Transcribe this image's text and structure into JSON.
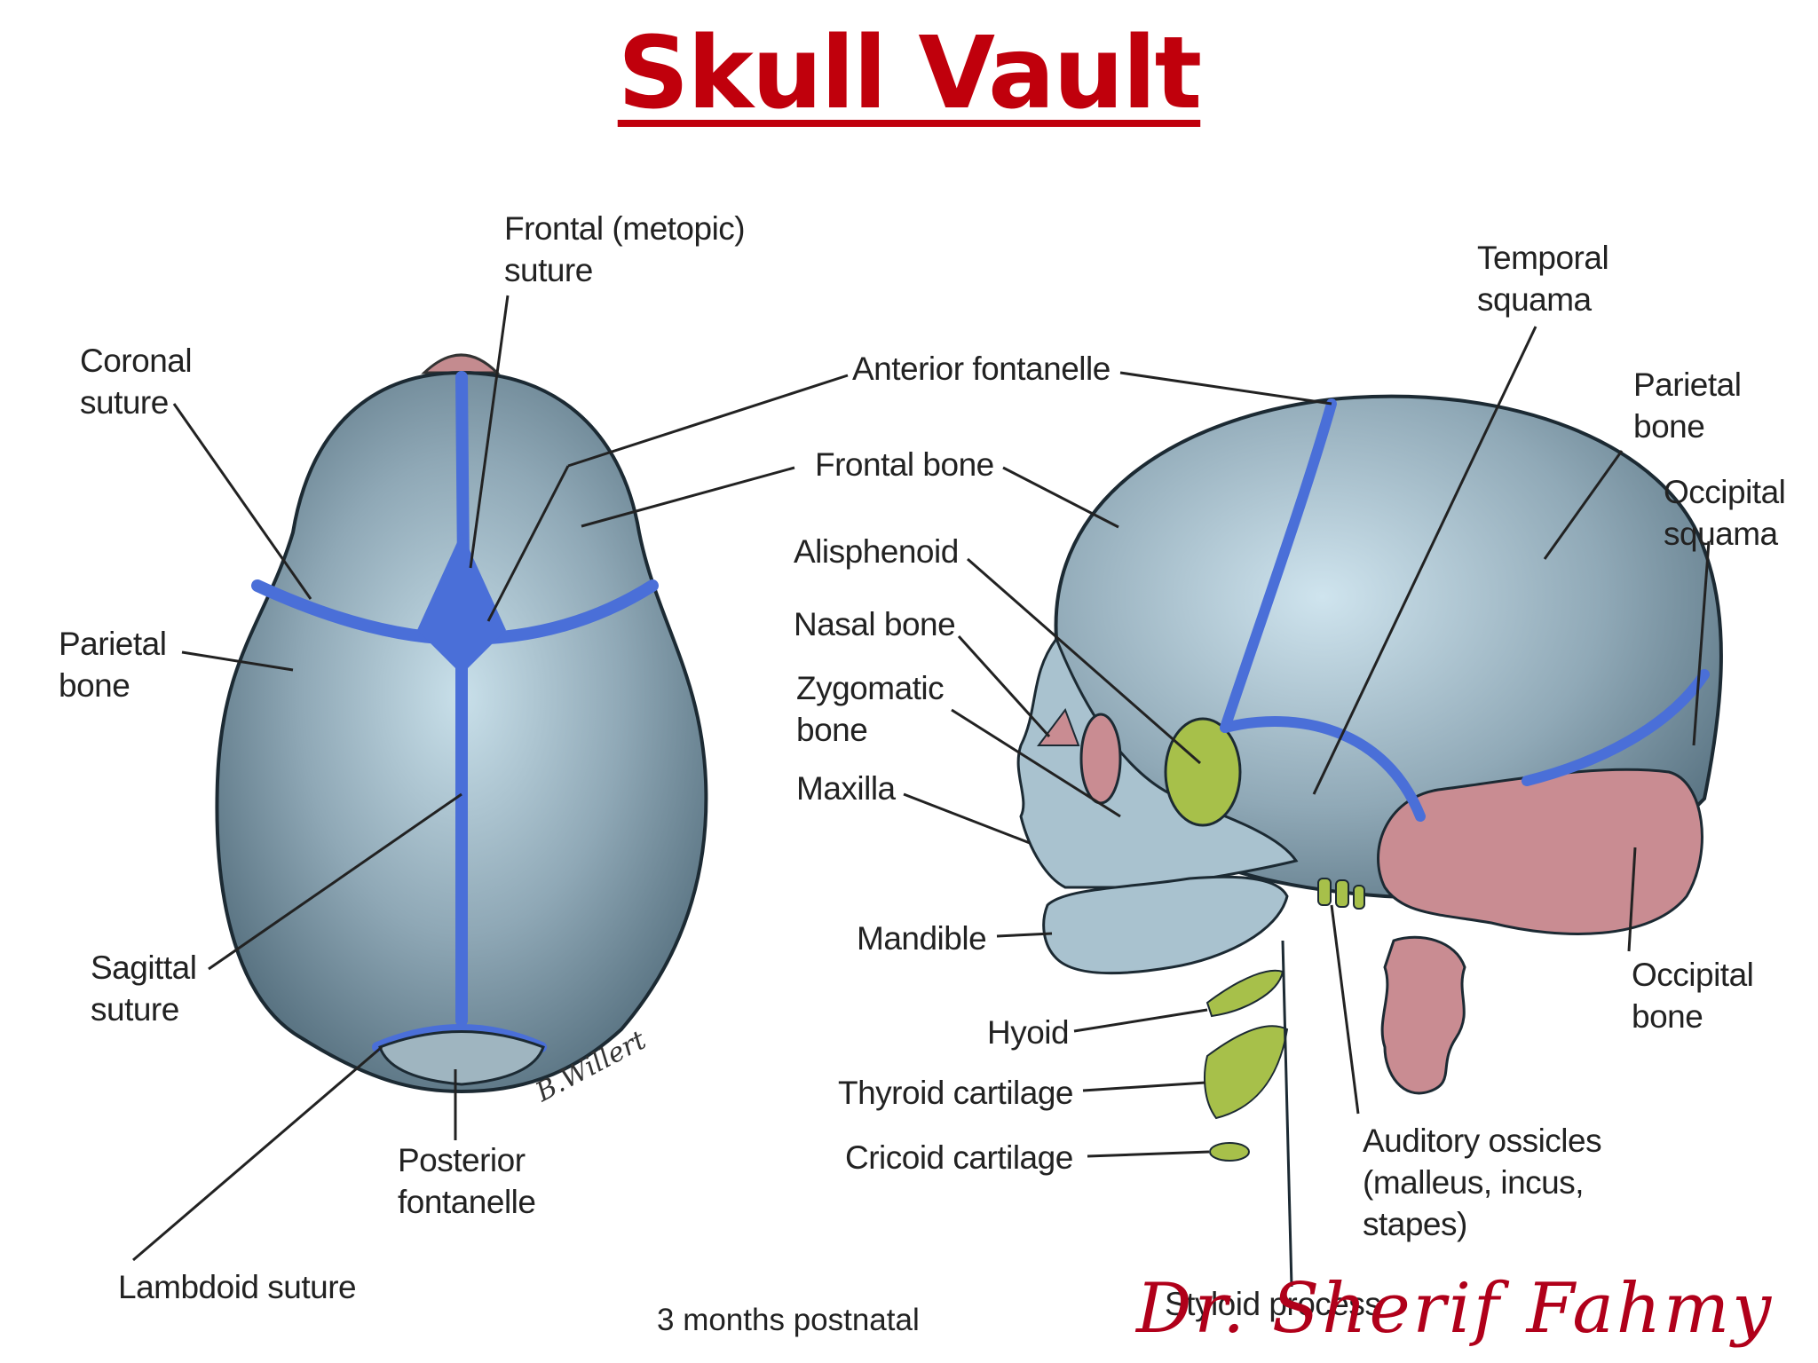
{
  "title": "Skull Vault",
  "top_view_labels": {
    "frontal_suture": [
      "Frontal (metopic)",
      "suture"
    ],
    "coronal_suture": [
      "Coronal",
      "suture"
    ],
    "parietal_bone": [
      "Parietal",
      "bone"
    ],
    "sagittal_suture": [
      "Sagittal",
      "suture"
    ],
    "posterior_fontanelle": [
      "Posterior",
      "fontanelle"
    ],
    "lambdoid_suture": "Lambdoid suture"
  },
  "shared_labels": {
    "anterior_fontanelle": "Anterior fontanelle",
    "frontal_bone": "Frontal bone"
  },
  "side_view_labels": {
    "temporal_squama": [
      "Temporal",
      "squama"
    ],
    "parietal_bone": [
      "Parietal",
      "bone"
    ],
    "occipital_squama": [
      "Occipital",
      "squama"
    ],
    "alisphenoid": "Alisphenoid",
    "nasal_bone": "Nasal bone",
    "zygomatic_bone": [
      "Zygomatic",
      "bone"
    ],
    "maxilla": "Maxilla",
    "mandible": "Mandible",
    "hyoid": "Hyoid",
    "thyroid_cartilage": "Thyroid cartilage",
    "cricoid_cartilage": "Cricoid cartilage",
    "auditory_ossicles": [
      "Auditory ossicles",
      "(malleus, incus,",
      "stapes)"
    ],
    "occipital_bone": [
      "Occipital",
      "bone"
    ],
    "styloid_process": "Styloid process"
  },
  "caption": "3 months postnatal",
  "signature": "B.Willert",
  "author": "Dr. Sherif Fahmy",
  "colors": {
    "title": "#c0000c",
    "bone": "#7e95a3",
    "suture": "#4a6fd8",
    "cartilage": "#a7c04a",
    "occipital": "#c98c92",
    "author": "#b0001a"
  }
}
